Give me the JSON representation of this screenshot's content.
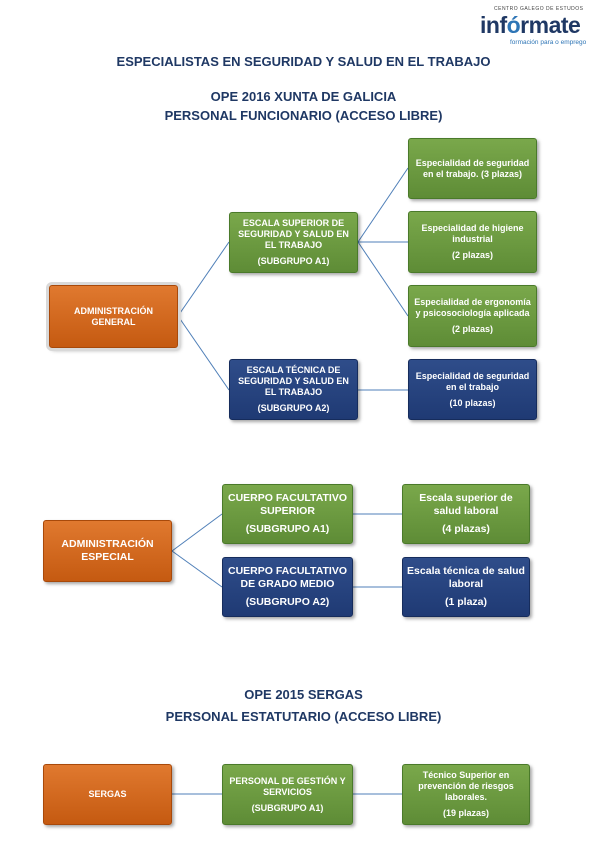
{
  "logo": {
    "small_text": "CENTRO GALEGO DE ESTUDOS",
    "name_part1": "inf",
    "name_accent": "ó",
    "name_part2": "rmate",
    "tagline": "formación para o emprego"
  },
  "titles": {
    "main": "ESPECIALISTAS EN SEGURIDAD Y SALUD EN EL TRABAJO",
    "section1_line1": "OPE 2016 XUNTA DE GALICIA",
    "section1_line2": "PERSONAL FUNCIONARIO (ACCESO LIBRE)",
    "section2_line1": "OPE 2015 SERGAS",
    "section2_line2": "PERSONAL ESTATUTARIO (ACCESO LIBRE)"
  },
  "colors": {
    "orange": "#c55a11",
    "green": "#5e8c36",
    "navy": "#1f3a74",
    "connector": "#4f7fb8",
    "title": "#1f3864"
  },
  "admin_general": {
    "label": "ADMINISTRACIÓN GENERAL",
    "escala_superior": {
      "label": "ESCALA SUPERIOR DE SEGURIDAD Y SALUD EN EL TRABAJO",
      "group": "(SUBGRUPO A1)"
    },
    "escala_tecnica": {
      "label": "ESCALA TÉCNICA DE SEGURIDAD Y SALUD EN EL TRABAJO",
      "group": "(SUBGRUPO A2)"
    },
    "esp_seguridad": {
      "label": "Especialidad de seguridad en el trabajo. (3 plazas)"
    },
    "esp_higiene": {
      "label": "Especialidad de higiene industrial",
      "plazas": "(2 plazas)"
    },
    "esp_ergonomia": {
      "label": "Especialidad de ergonomía y psicosociología aplicada",
      "plazas": "(2 plazas)"
    },
    "esp_seguridad_a2": {
      "label": "Especialidad de seguridad en el trabajo",
      "plazas": "(10 plazas)"
    }
  },
  "admin_especial": {
    "label": "ADMINISTRACIÓN ESPECIAL",
    "cuerpo_superior": {
      "label": "CUERPO FACULTATIVO SUPERIOR",
      "group": "(SUBGRUPO A1)"
    },
    "cuerpo_medio": {
      "label": "CUERPO FACULTATIVO DE GRADO MEDIO",
      "group": "(SUBGRUPO A2)"
    },
    "escala_superior_salud": {
      "label": "Escala superior de salud laboral",
      "plazas": "(4 plazas)"
    },
    "escala_tecnica_salud": {
      "label": "Escala técnica de salud laboral",
      "plazas": "(1 plaza)"
    }
  },
  "sergas": {
    "label": "SERGAS",
    "personal": {
      "label": "PERSONAL DE GESTIÓN Y SERVICIOS",
      "group": "(SUBGRUPO A1)"
    },
    "tecnico": {
      "label": "Técnico Superior en prevención de riesgos laborales.",
      "plazas": "(19 plazas)"
    }
  }
}
